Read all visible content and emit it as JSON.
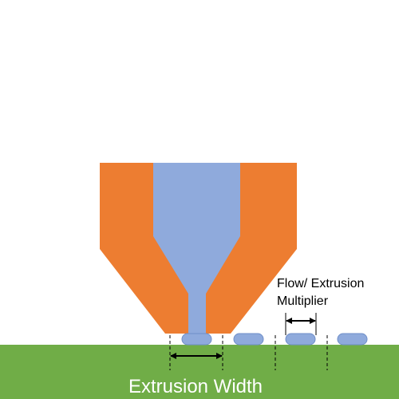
{
  "labels": {
    "flow_line1": "Flow/ Extrusion",
    "flow_line2": "Multiplier",
    "extrusion_width": "Extrusion Width"
  },
  "colors": {
    "nozzle": "#ED7D31",
    "filament": "#8FAADC",
    "filament_edge": "#6F8FC8",
    "bed": "#70AD47",
    "arrow": "#000000",
    "bed_label": "#ffffff"
  }
}
